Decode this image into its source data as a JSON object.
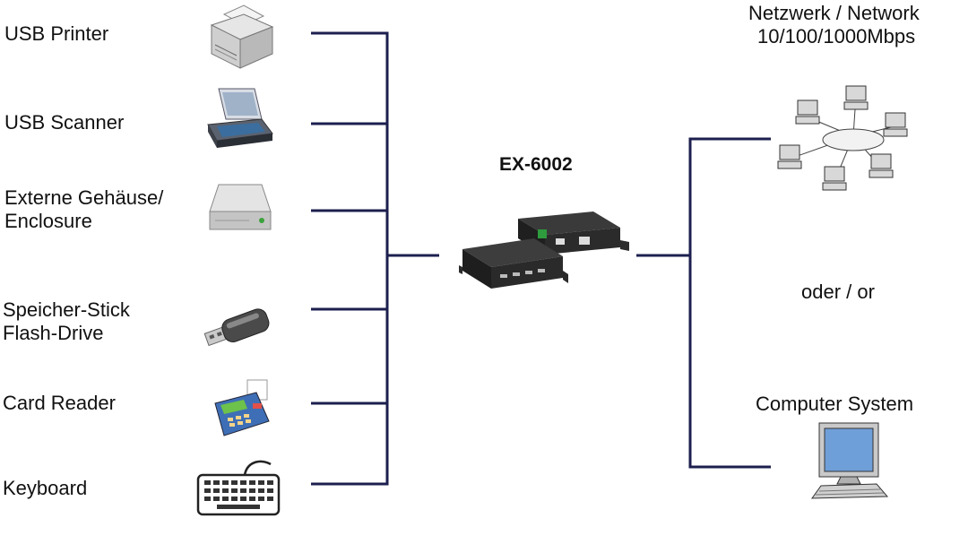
{
  "devices": [
    {
      "label_lines": [
        "USB Printer"
      ],
      "icon": "printer-icon"
    },
    {
      "label_lines": [
        "USB Scanner"
      ],
      "icon": "scanner-icon"
    },
    {
      "label_lines": [
        "Externe Gehäuse/",
        "Enclosure"
      ],
      "icon": "hard-drive-icon"
    },
    {
      "label_lines": [
        "Speicher-Stick",
        "Flash-Drive"
      ],
      "icon": "usb-stick-icon"
    },
    {
      "label_lines": [
        "Card Reader"
      ],
      "icon": "card-reader-icon"
    },
    {
      "label_lines": [
        "Keyboard"
      ],
      "icon": "keyboard-icon"
    }
  ],
  "hub": {
    "title": "EX-6002",
    "icon": "usb-hub-icon"
  },
  "network": {
    "line1": "Netzwerk / Network",
    "line2": "10/100/1000Mbps",
    "icon": "network-icon"
  },
  "separator": "oder / or",
  "computer": {
    "label": "Computer System",
    "icon": "computer-icon"
  },
  "colors": {
    "wire": "#1c1f4f"
  }
}
